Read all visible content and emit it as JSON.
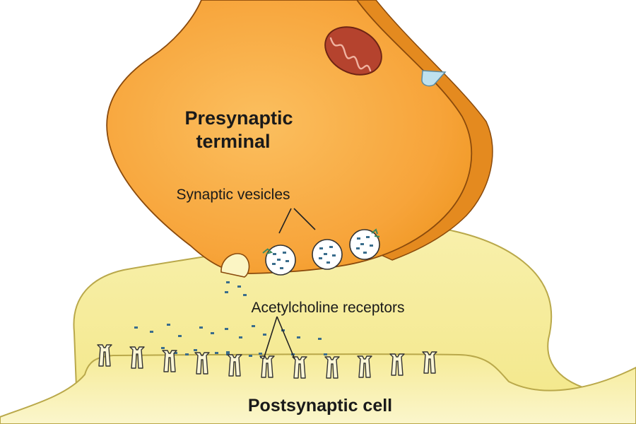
{
  "labels": {
    "presynaptic_line1": "Presynaptic",
    "presynaptic_line2": "terminal",
    "synaptic_vesicles": "Synaptic vesicles",
    "acetylcholine_receptors": "Acetylcholine receptors",
    "postsynaptic_cell": "Postsynaptic cell"
  },
  "colors": {
    "presynaptic_fill": "#f7a43a",
    "presynaptic_shade": "#e48a1f",
    "presynaptic_outline": "#8a4a0c",
    "postsynaptic_fill": "#f6ec9a",
    "postsynaptic_light": "#fbf5c4",
    "postsynaptic_outline": "#b9a84a",
    "mitochondrion": "#b5432e",
    "transporter": "#bfe1ee",
    "vesicle_fill": "#ffffff",
    "neurotransmitter": "#3a6d8c",
    "receptor_fill": "#fbf6d6"
  },
  "counts": {
    "receptors": 11,
    "vesicles": 3
  }
}
